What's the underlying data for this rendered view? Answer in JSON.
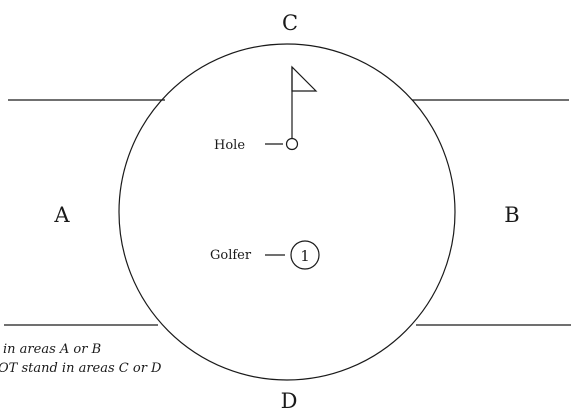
{
  "areas": {
    "a": "A",
    "b": "B",
    "c": "C",
    "d": "D"
  },
  "markers": {
    "hole": "Hole",
    "golfer": "Golfer",
    "golfer_number": "1"
  },
  "notes": [
    "in areas A or B",
    "OT stand in areas C or D"
  ],
  "colors": {
    "ink": "#1a1a1a",
    "background": "#ffffff"
  }
}
